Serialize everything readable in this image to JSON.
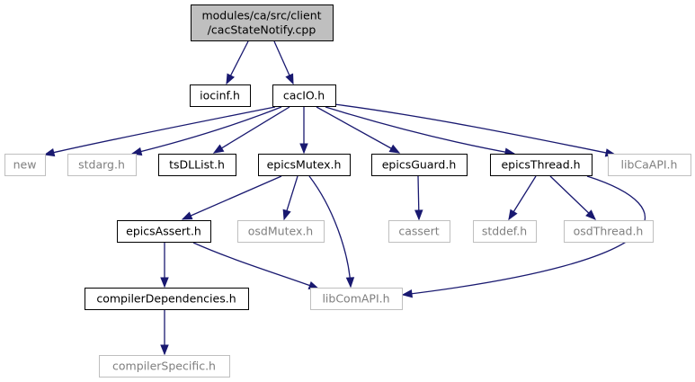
{
  "graph": {
    "colors": {
      "edge": "#191970",
      "focus_fill": "#bfbfbf",
      "focus_border": "#000000",
      "node_border": "#000000",
      "ext_border": "#bfbfbf",
      "ext_text": "#7f7f7f"
    },
    "nodes": [
      {
        "id": "root",
        "lines": [
          "modules/ca/src/client",
          "/cacStateNotify.cpp"
        ],
        "kind": "focus"
      },
      {
        "id": "iocinf",
        "lines": [
          "iocinf.h"
        ],
        "kind": "header"
      },
      {
        "id": "cacio",
        "lines": [
          "cacIO.h"
        ],
        "kind": "header"
      },
      {
        "id": "new",
        "lines": [
          "new"
        ],
        "kind": "external"
      },
      {
        "id": "stdarg",
        "lines": [
          "stdarg.h"
        ],
        "kind": "external"
      },
      {
        "id": "tsdllist",
        "lines": [
          "tsDLList.h"
        ],
        "kind": "header"
      },
      {
        "id": "epicsmutex",
        "lines": [
          "epicsMutex.h"
        ],
        "kind": "header"
      },
      {
        "id": "epicsguard",
        "lines": [
          "epicsGuard.h"
        ],
        "kind": "header"
      },
      {
        "id": "epicsthread",
        "lines": [
          "epicsThread.h"
        ],
        "kind": "header"
      },
      {
        "id": "libcaapi",
        "lines": [
          "libCaAPI.h"
        ],
        "kind": "external"
      },
      {
        "id": "epicsassert",
        "lines": [
          "epicsAssert.h"
        ],
        "kind": "header"
      },
      {
        "id": "osdmutex",
        "lines": [
          "osdMutex.h"
        ],
        "kind": "external"
      },
      {
        "id": "cassert",
        "lines": [
          "cassert"
        ],
        "kind": "external"
      },
      {
        "id": "stddef",
        "lines": [
          "stddef.h"
        ],
        "kind": "external"
      },
      {
        "id": "osdthread",
        "lines": [
          "osdThread.h"
        ],
        "kind": "external"
      },
      {
        "id": "compilerdeps",
        "lines": [
          "compilerDependencies.h"
        ],
        "kind": "header"
      },
      {
        "id": "libcomapi",
        "lines": [
          "libComAPI.h"
        ],
        "kind": "external"
      },
      {
        "id": "compilerspecific",
        "lines": [
          "compilerSpecific.h"
        ],
        "kind": "external"
      }
    ],
    "edges": [
      {
        "from": "root",
        "to": "iocinf"
      },
      {
        "from": "root",
        "to": "cacio"
      },
      {
        "from": "cacio",
        "to": "new"
      },
      {
        "from": "cacio",
        "to": "stdarg"
      },
      {
        "from": "cacio",
        "to": "tsdllist"
      },
      {
        "from": "cacio",
        "to": "epicsmutex"
      },
      {
        "from": "cacio",
        "to": "epicsguard"
      },
      {
        "from": "cacio",
        "to": "epicsthread"
      },
      {
        "from": "cacio",
        "to": "libcaapi"
      },
      {
        "from": "epicsmutex",
        "to": "epicsassert"
      },
      {
        "from": "epicsmutex",
        "to": "osdmutex"
      },
      {
        "from": "epicsmutex",
        "to": "libcomapi"
      },
      {
        "from": "epicsguard",
        "to": "cassert"
      },
      {
        "from": "epicsthread",
        "to": "stddef"
      },
      {
        "from": "epicsthread",
        "to": "osdthread"
      },
      {
        "from": "epicsthread",
        "to": "libcomapi"
      },
      {
        "from": "epicsassert",
        "to": "compilerdeps"
      },
      {
        "from": "epicsassert",
        "to": "libcomapi"
      },
      {
        "from": "compilerdeps",
        "to": "compilerspecific"
      }
    ]
  }
}
